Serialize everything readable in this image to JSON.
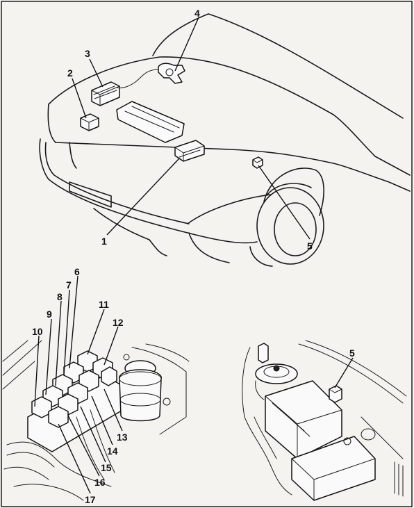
{
  "diagram": {
    "callouts": [
      "1",
      "2",
      "3",
      "4",
      "5",
      "6",
      "7",
      "8",
      "9",
      "10",
      "11",
      "12",
      "13",
      "14",
      "15",
      "16",
      "17",
      "5"
    ]
  }
}
